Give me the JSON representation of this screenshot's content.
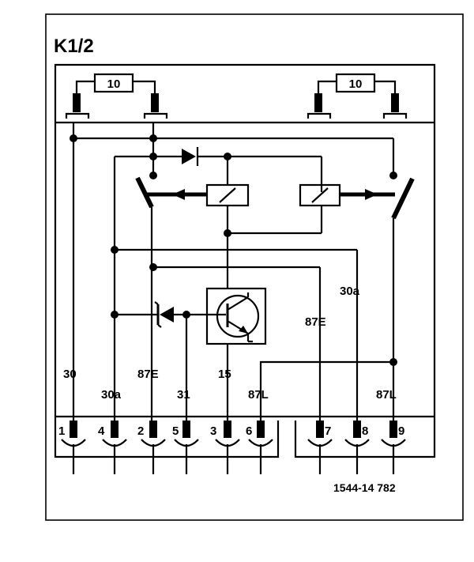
{
  "title": "K1/2",
  "reference": "1544-14 782",
  "fuses": [
    "10",
    "10"
  ],
  "wire_labels": {
    "l30": "30",
    "l30a_left": "30a",
    "l87E_left": "87E",
    "l31": "31",
    "l15": "15",
    "l87L_mid": "87L",
    "l87E_right": "87E",
    "l30a_right": "30a",
    "l87L_right": "87L"
  },
  "pins": [
    "1",
    "4",
    "2",
    "5",
    "3",
    "6",
    "7",
    "8",
    "9"
  ]
}
